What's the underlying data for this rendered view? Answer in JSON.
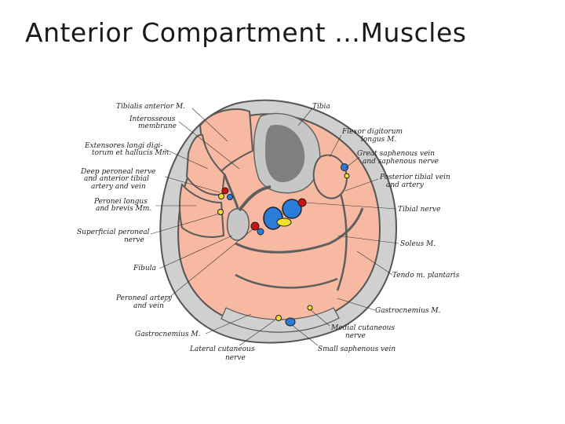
{
  "slide": {
    "title": "Anterior Compartment …Muscles"
  },
  "colors": {
    "muscle": "#f7b9a2",
    "bone": "#c7c7c7",
    "bone_dark": "#7f7f7f",
    "fascia": "#5f5f5f",
    "skin": "#d0d0d0",
    "artery": "#cc1111",
    "vein": "#2b7bd9",
    "nerve": "#f2e02a"
  },
  "labels": {
    "tibialis_anterior": "Tibialis anterior M.",
    "tibia": "Tibia",
    "interosseous_1": "Interosseous",
    "interosseous_2": "membrane",
    "extensores_1": "Extensores longi digi-",
    "extensores_2": "torum et hallucis Mm.",
    "deep_peroneal_1": "Deep peroneal nerve",
    "deep_peroneal_2": "and anterior tibial",
    "deep_peroneal_3": "artery and vein",
    "peronei_1": "Peronei longus",
    "peronei_2": "and brevis Mm.",
    "superficial_peroneal_1": "Superficial peroneal",
    "superficial_peroneal_2": "nerve",
    "fibula": "Fibula",
    "peroneal_artery_1": "Peroneal artery",
    "peroneal_artery_2": "and vein",
    "gastrocnemius_left": "Gastrocnemius M.",
    "lateral_cutaneous_1": "Lateral cutaneous",
    "lateral_cutaneous_2": "nerve",
    "small_saphenous": "Small saphenous vein",
    "medial_cutaneous_1": "Medial cutaneous",
    "medial_cutaneous_2": "nerve",
    "gastrocnemius_right": "Gastrocnemius M.",
    "tendo_plantaris": "Tendo m. plantaris",
    "soleus": "Soleus M.",
    "tibial_nerve": "Tibial nerve",
    "posterior_tibial_1": "Posterior tibial vein",
    "posterior_tibial_2": "and artery",
    "great_saphenous_1": "Great saphenous vein",
    "great_saphenous_2": "and saphenous nerve",
    "flexor_digitorum_1": "Flexor digitorum",
    "flexor_digitorum_2": "longus M."
  }
}
